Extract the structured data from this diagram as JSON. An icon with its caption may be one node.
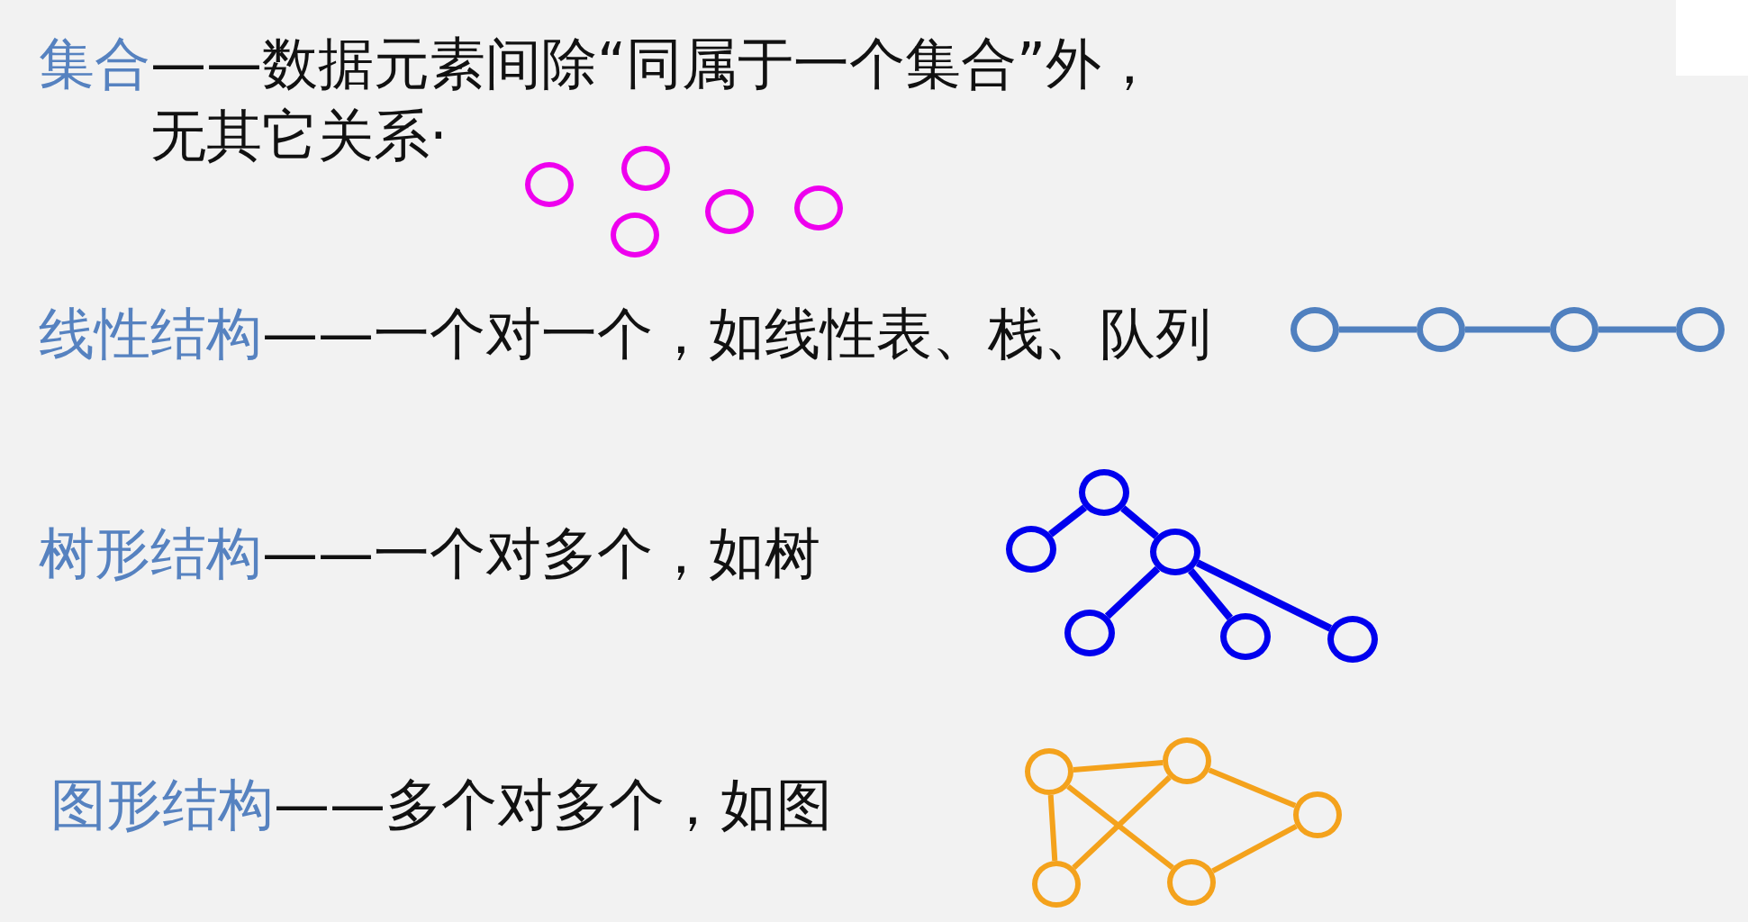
{
  "diagram": {
    "nodes": [
      {
        "text": [],
        "shape": "circle"
      },
      {
        "text": [],
        "shape": "circle"
      },
      {
        "text": [],
        "shape": "circle"
      },
      {
        "text": [],
        "shape": "circle"
      },
      {
        "text": [],
        "shape": "circle"
      },
      {
        "text": [],
        "shape": "circle"
      },
      {
        "text": [],
        "shape": "circle"
      },
      {
        "text": [],
        "shape": "circle"
      },
      {
        "text": [],
        "shape": "circle"
      },
      {
        "text": [],
        "shape": "circle"
      },
      {
        "text": [],
        "shape": "circle"
      },
      {
        "text": [],
        "shape": "circle"
      },
      {
        "text": [],
        "shape": "circle"
      },
      {
        "text": [],
        "shape": "circle"
      },
      {
        "text": [],
        "shape": "circle"
      },
      {
        "text": [],
        "shape": "circle"
      },
      {
        "text": [],
        "shape": "circle"
      },
      {
        "text": [],
        "shape": "circle"
      },
      {
        "text": [],
        "shape": "circle"
      },
      {
        "text": [],
        "shape": "circle"
      }
    ],
    "edges": [
      {
        "from": 5,
        "to": 6,
        "arrow": "none",
        "color": "#5080bf"
      },
      {
        "from": 6,
        "to": 7,
        "arrow": "none",
        "color": "#5080bf"
      },
      {
        "from": 7,
        "to": 8,
        "arrow": "none",
        "color": "#5080bf"
      },
      {
        "from": 9,
        "to": 10,
        "arrow": "none",
        "color": "#0000ee"
      },
      {
        "from": 9,
        "to": 11,
        "arrow": "none",
        "color": "#0000ee"
      },
      {
        "from": 11,
        "to": 12,
        "arrow": "none",
        "color": "#0000ee"
      },
      {
        "from": 11,
        "to": 13,
        "arrow": "none",
        "color": "#0000ee"
      },
      {
        "from": 11,
        "to": 14,
        "arrow": "none",
        "color": "#0000ee"
      },
      {
        "from": 15,
        "to": 16,
        "arrow": "none"
      },
      {
        "from": 15,
        "to": 18,
        "arrow": "none"
      },
      {
        "from": 15,
        "to": 19,
        "arrow": "none"
      },
      {
        "from": 18,
        "to": 16,
        "arrow": "none"
      },
      {
        "from": 16,
        "to": 17,
        "arrow": "none"
      },
      {
        "from": 19,
        "to": 17,
        "arrow": "none"
      }
    ],
    "labels": [
      "集合",
      "——数据元素间除“同属于一个集合”外，无其它关系·",
      "线性结构",
      "——一个对一个，如线性表、栈、队列",
      "树形结构",
      "——一个对多个，如树",
      "图形结构",
      "——多个对多个，如图"
    ]
  }
}
